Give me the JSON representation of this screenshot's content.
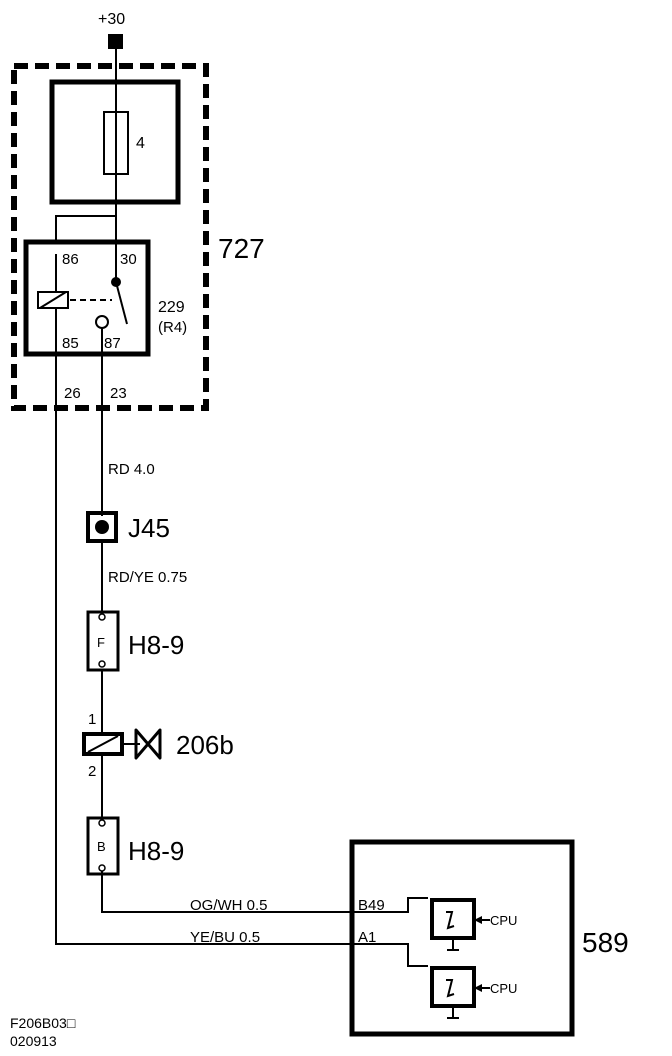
{
  "supply": {
    "label": "+30"
  },
  "fuse_box": {
    "label": "727",
    "fuse_number": "4"
  },
  "relay": {
    "id": "229",
    "sub": "(R4)",
    "pins": {
      "p86": "86",
      "p30": "30",
      "p85": "85",
      "p87": "87"
    }
  },
  "box_pins": {
    "left": "26",
    "right": "23"
  },
  "wires": {
    "w1": "RD   4.0",
    "w2": "RD/YE  0.75",
    "w3": "OG/WH   0.5",
    "w4": "YE/BU    0.5"
  },
  "splice": {
    "label": "J45"
  },
  "connector_f": {
    "letter": "F",
    "label": "H8-9"
  },
  "connector_b": {
    "letter": "B",
    "label": "H8-9"
  },
  "valve": {
    "label": "206b",
    "pin_top": "1",
    "pin_bottom": "2"
  },
  "control_unit": {
    "label": "589",
    "pin_b49": "B49",
    "pin_a1": "A1",
    "cpu_label_1": "CPU",
    "cpu_label_2": "CPU"
  },
  "footer": {
    "code": "F206B03□",
    "date": "020913"
  }
}
